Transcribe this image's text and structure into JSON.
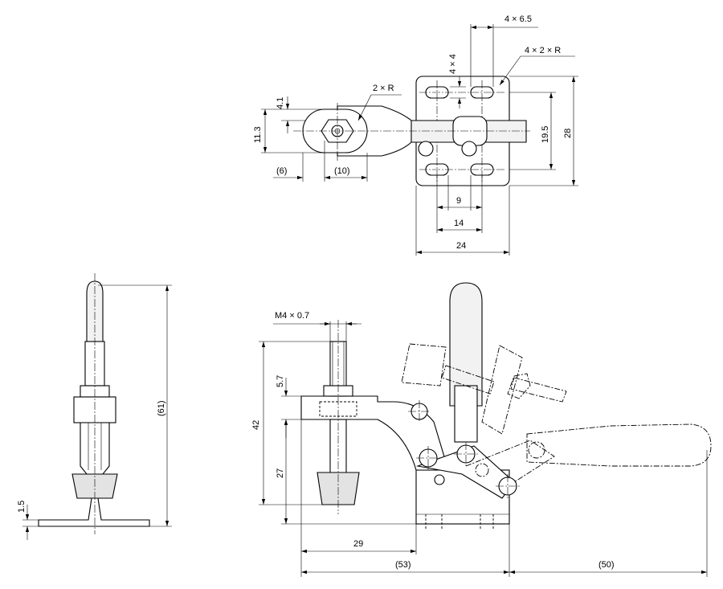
{
  "top_view": {
    "dims": {
      "slot_pitch": "4 × 6.5",
      "slot_width": "4 × 4",
      "slot_radius": "4 × 2 × R",
      "pad_radius": "2 × R",
      "arm_offset": "4.1",
      "pad_width": "11.3",
      "pad_edge": "(6)",
      "pad_center": "(10)",
      "hole_span_v": "19.5",
      "base_height": "28",
      "hole_span_h_inner": "9",
      "hole_span_h_outer": "14",
      "base_width": "24"
    }
  },
  "end_view": {
    "dims": {
      "overall_height": "(61)",
      "base_thickness": "1.5"
    }
  },
  "side_view": {
    "dims": {
      "thread": "M4 × 0.7",
      "thread_length": "5.7",
      "total_height": "42",
      "arm_height": "27",
      "spindle_reach": "29",
      "closed_length": "(53)",
      "open_travel": "(50)"
    }
  }
}
